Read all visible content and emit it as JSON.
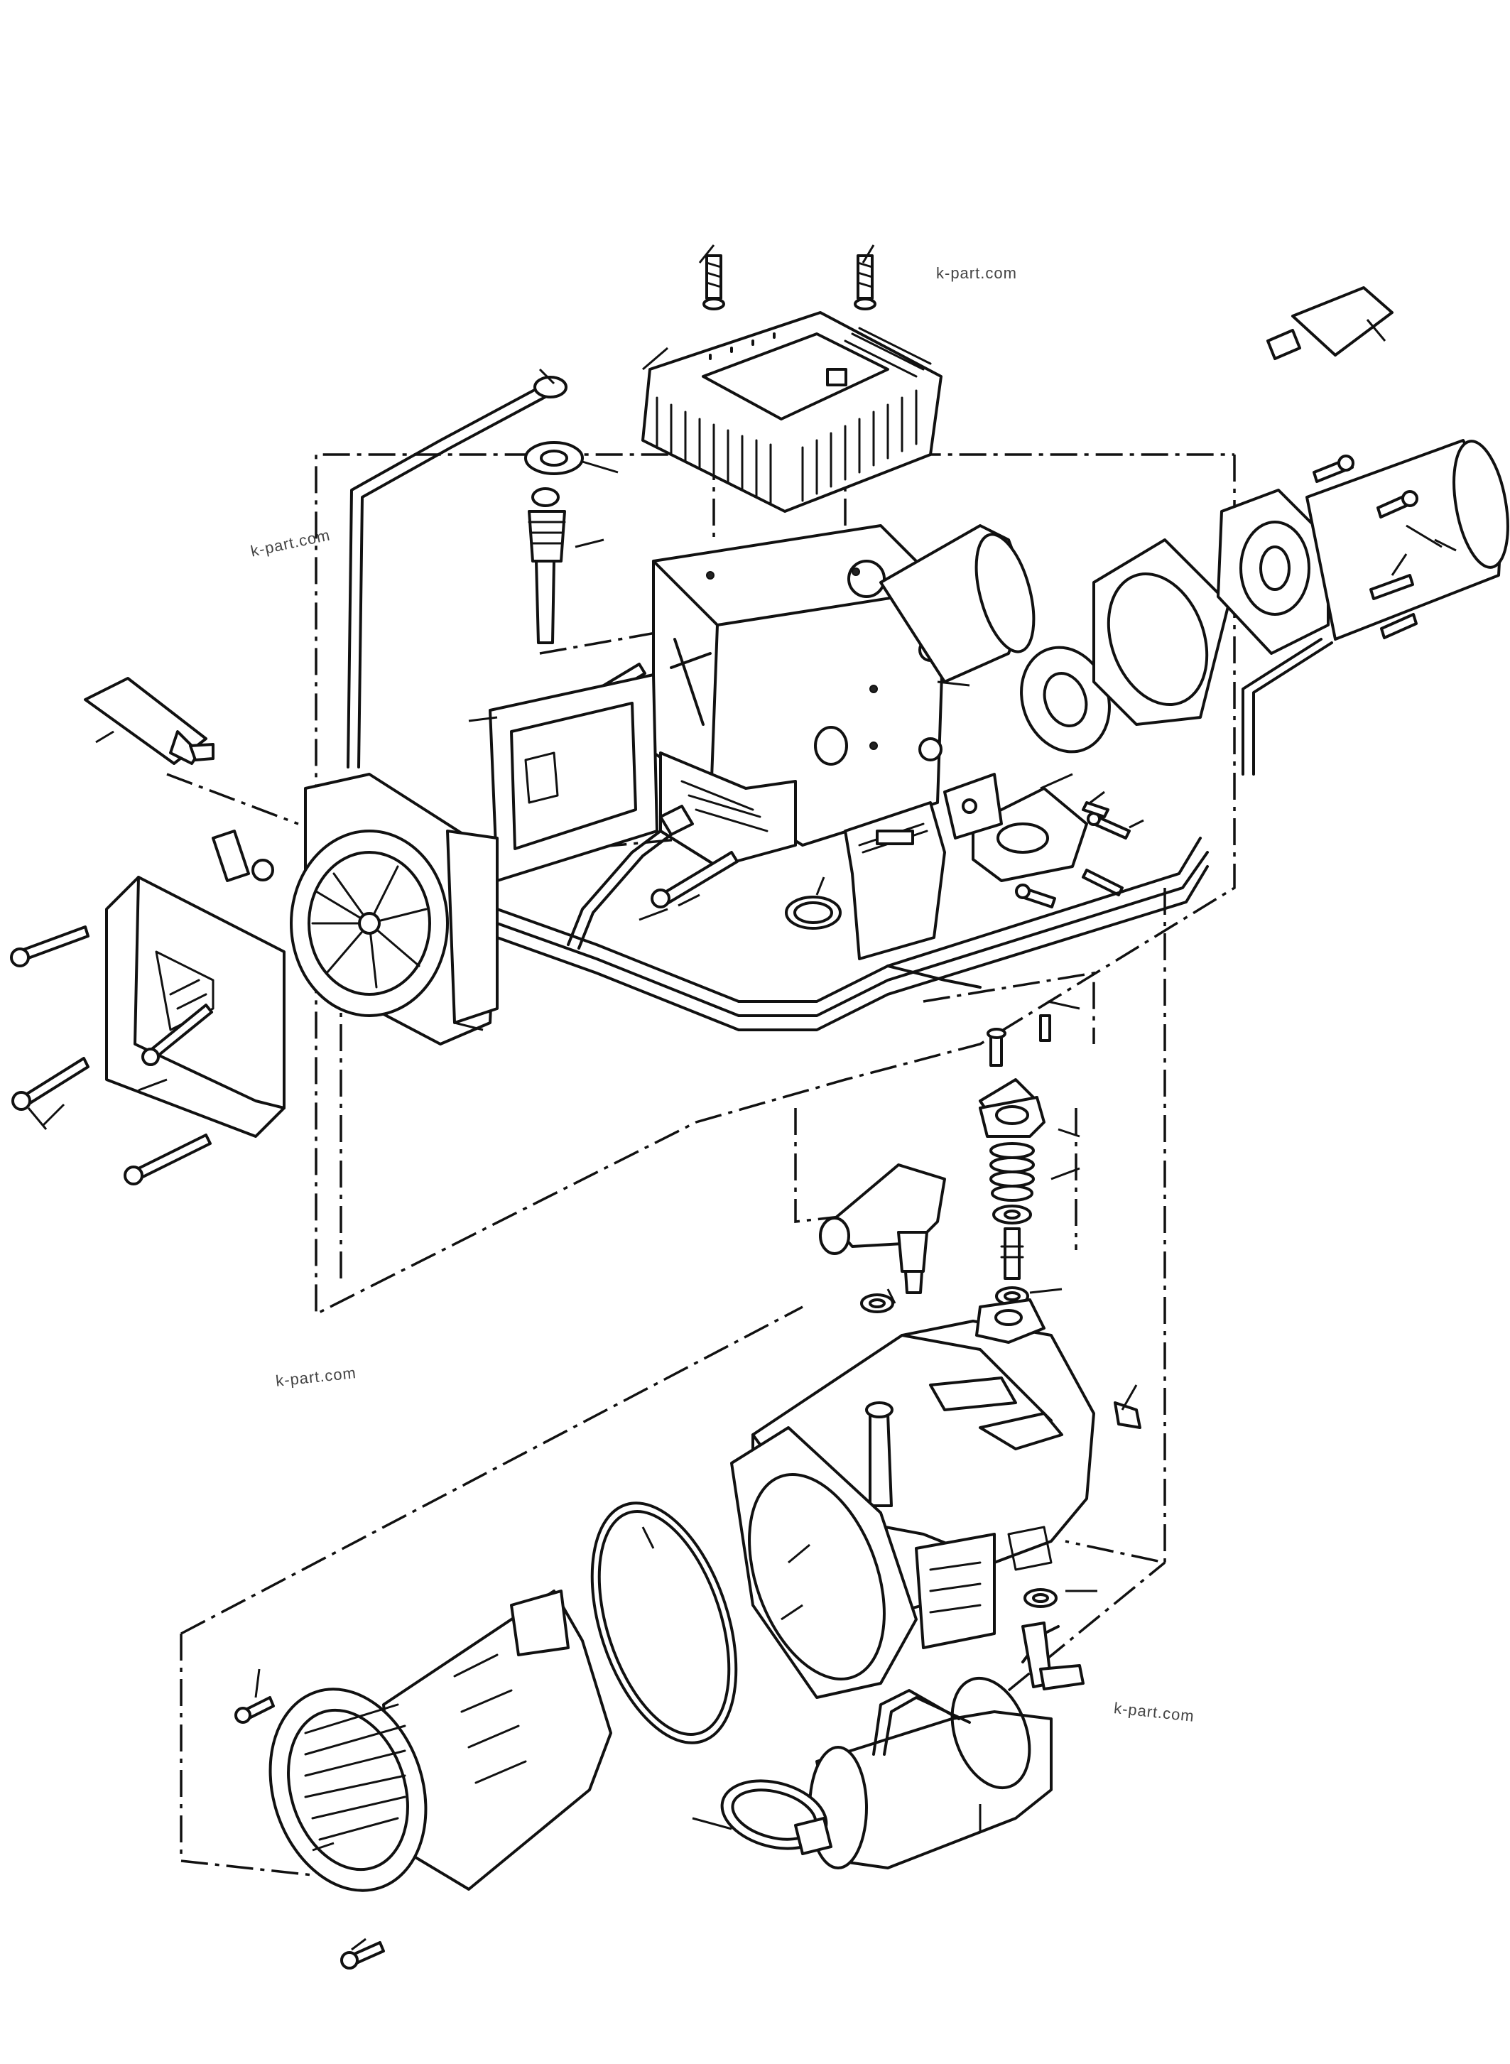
{
  "watermarks": [
    "k-part.com",
    "k-part.com",
    "k-part.com",
    "k-part.com"
  ],
  "colors": {
    "line": "#111111",
    "background": "#ffffff",
    "watermark": "#444444"
  }
}
